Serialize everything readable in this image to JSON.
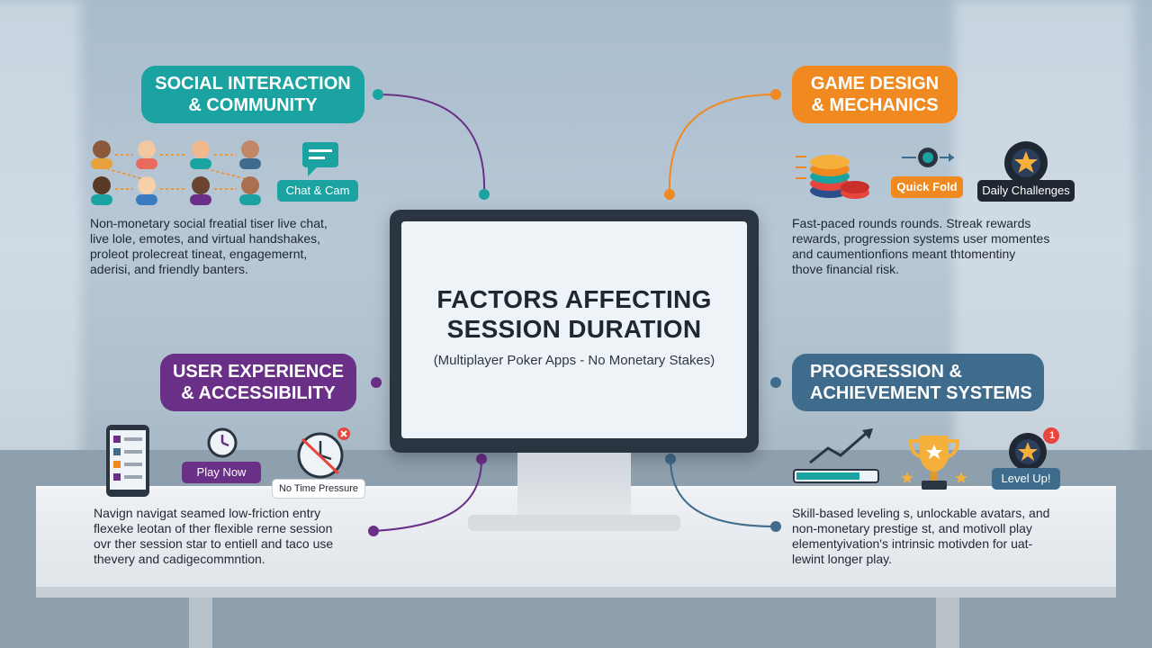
{
  "center": {
    "title_line1": "FACTORS AFFECTING",
    "title_line2": "SESSION DURATION",
    "subtitle": "(Multiplayer Poker Apps - No Monetary Stakes)"
  },
  "social": {
    "title_line1": "SOCIAL INTERACTION",
    "title_line2": "& COMMUNITY",
    "tag": "Chat & Cam",
    "desc": [
      "Non-monetary social freatial tiser live chat,",
      "live lole, emotes, and virtual handshakes,",
      "proleot prolecreat tineat, engagemernt,",
      "aderisi, and friendly banters."
    ]
  },
  "game": {
    "title_line1": "GAME DESIGN",
    "title_line2": "& MECHANICS",
    "tag_quick": "Quick Fold",
    "tag_daily": "Daily Challenges",
    "desc": [
      "Fast-paced rounds rounds.  Streak rewards",
      "rewards, progression systems user momentes",
      "and caumentionfions meant thtomentiny",
      "thove financial risk."
    ]
  },
  "ux": {
    "title_line1": "USER EXPERIENCE",
    "title_line2": "& ACCESSIBILITY",
    "tag_play": "Play Now",
    "tag_time": "No Time Pressure",
    "desc": [
      "Navign navigat seamed low-friction entry",
      "flexeke leotan of ther flexible rerne session",
      "ovr ther session star to entiell and taco use",
      "thevery and cadigecommntion."
    ]
  },
  "progression": {
    "title_line1": "PROGRESSION &",
    "title_line2": "ACHIEVEMENT SYSTEMS",
    "tag_level": "Level Up!",
    "badge_count": "1",
    "desc": [
      "Skill-based leveling s, unlockable avatars, and",
      "non-monetary prestige st, and motivoll play",
      "elementyivation's intrinsic motivden for uat-",
      "lewint longer play."
    ]
  },
  "colors": {
    "teal": "#1aa3a0",
    "orange": "#f0891f",
    "purple": "#6a2f86",
    "steel": "#3f6b8c"
  }
}
